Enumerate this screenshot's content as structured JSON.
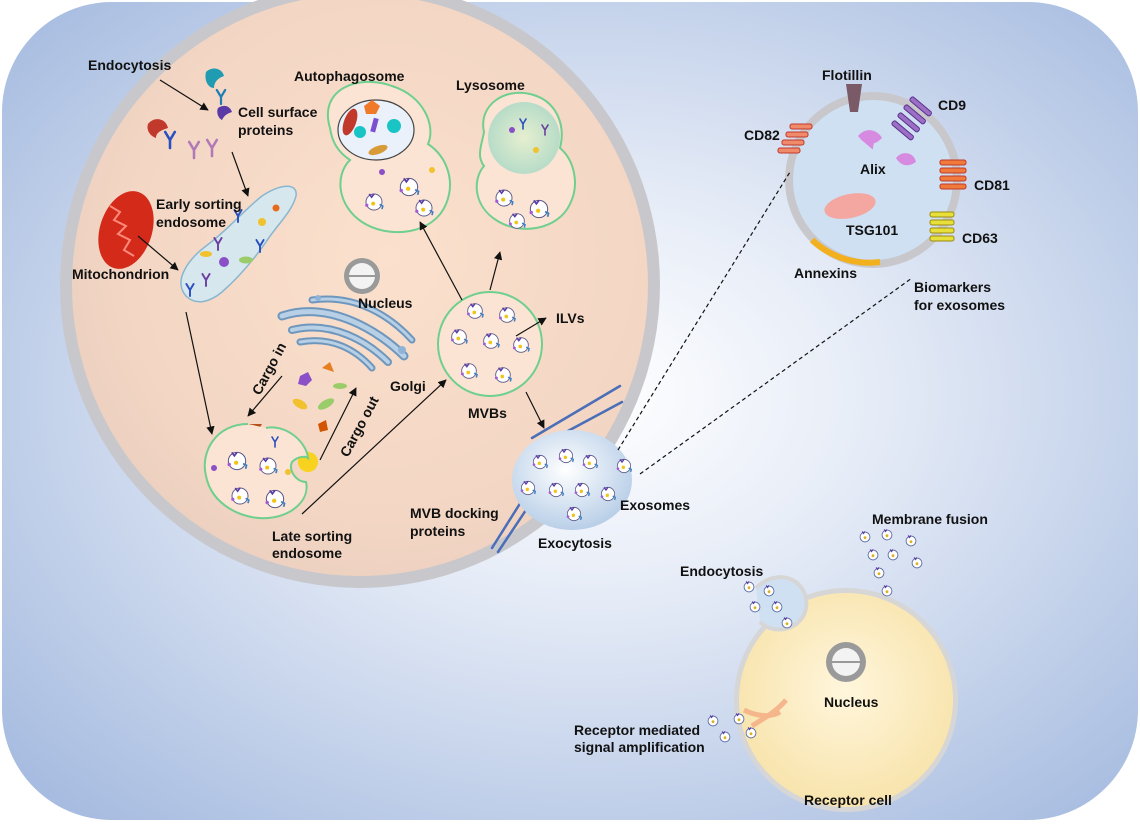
{
  "labels": {
    "endocytosis_top": "Endocytosis",
    "cell_surface": [
      "Cell surface",
      "proteins"
    ],
    "autophagosome": "Autophagosome",
    "lysosome": "Lysosome",
    "early_sorting": [
      "Early sorting",
      "endosome"
    ],
    "mitochondrion": "Mitochondrion",
    "nucleus_main": "Nucleus",
    "ilvs": "ILVs",
    "cargo_in": "Cargo in",
    "cargo_out": "Cargo out",
    "golgi": "Golgi",
    "mvbs": "MVBs",
    "late_sorting": [
      "Late sorting",
      "endosome"
    ],
    "mvb_docking": [
      "MVB docking",
      "proteins"
    ],
    "exocytosis": "Exocytosis",
    "exosomes": "Exosomes",
    "flotillin": "Flotillin",
    "cd9": "CD9",
    "cd82": "CD82",
    "alix": "Alix",
    "cd81": "CD81",
    "tsg101": "TSG101",
    "cd63": "CD63",
    "annexins": "Annexins",
    "biomarkers": [
      "Biomarkers",
      "for exosomes"
    ],
    "membrane_fusion": "Membrane fusion",
    "endocytosis_receptor": "Endocytosis",
    "nucleus_receptor": "Nucleus",
    "receptor_signal": [
      "Receptor mediated",
      "signal amplification"
    ],
    "receptor_cell": "Receptor cell"
  },
  "colors": {
    "background_blue": "#a9bfe3",
    "cell_fill": "#f6d9c4",
    "cell_membrane": "#c9c9c9",
    "vesicle_green": "#6fcf8f",
    "mitochondrion_red": "#d42a1a",
    "golgi_blue": "#8fb3d6",
    "receptor_cell_fill": "#fbe9b8",
    "exosome_fill": "#cfe0f2",
    "annexin": "#f2b01e",
    "tsg101": "#f4a7a0",
    "alix": "#d78be0",
    "flotillin": "#7a5a66"
  }
}
